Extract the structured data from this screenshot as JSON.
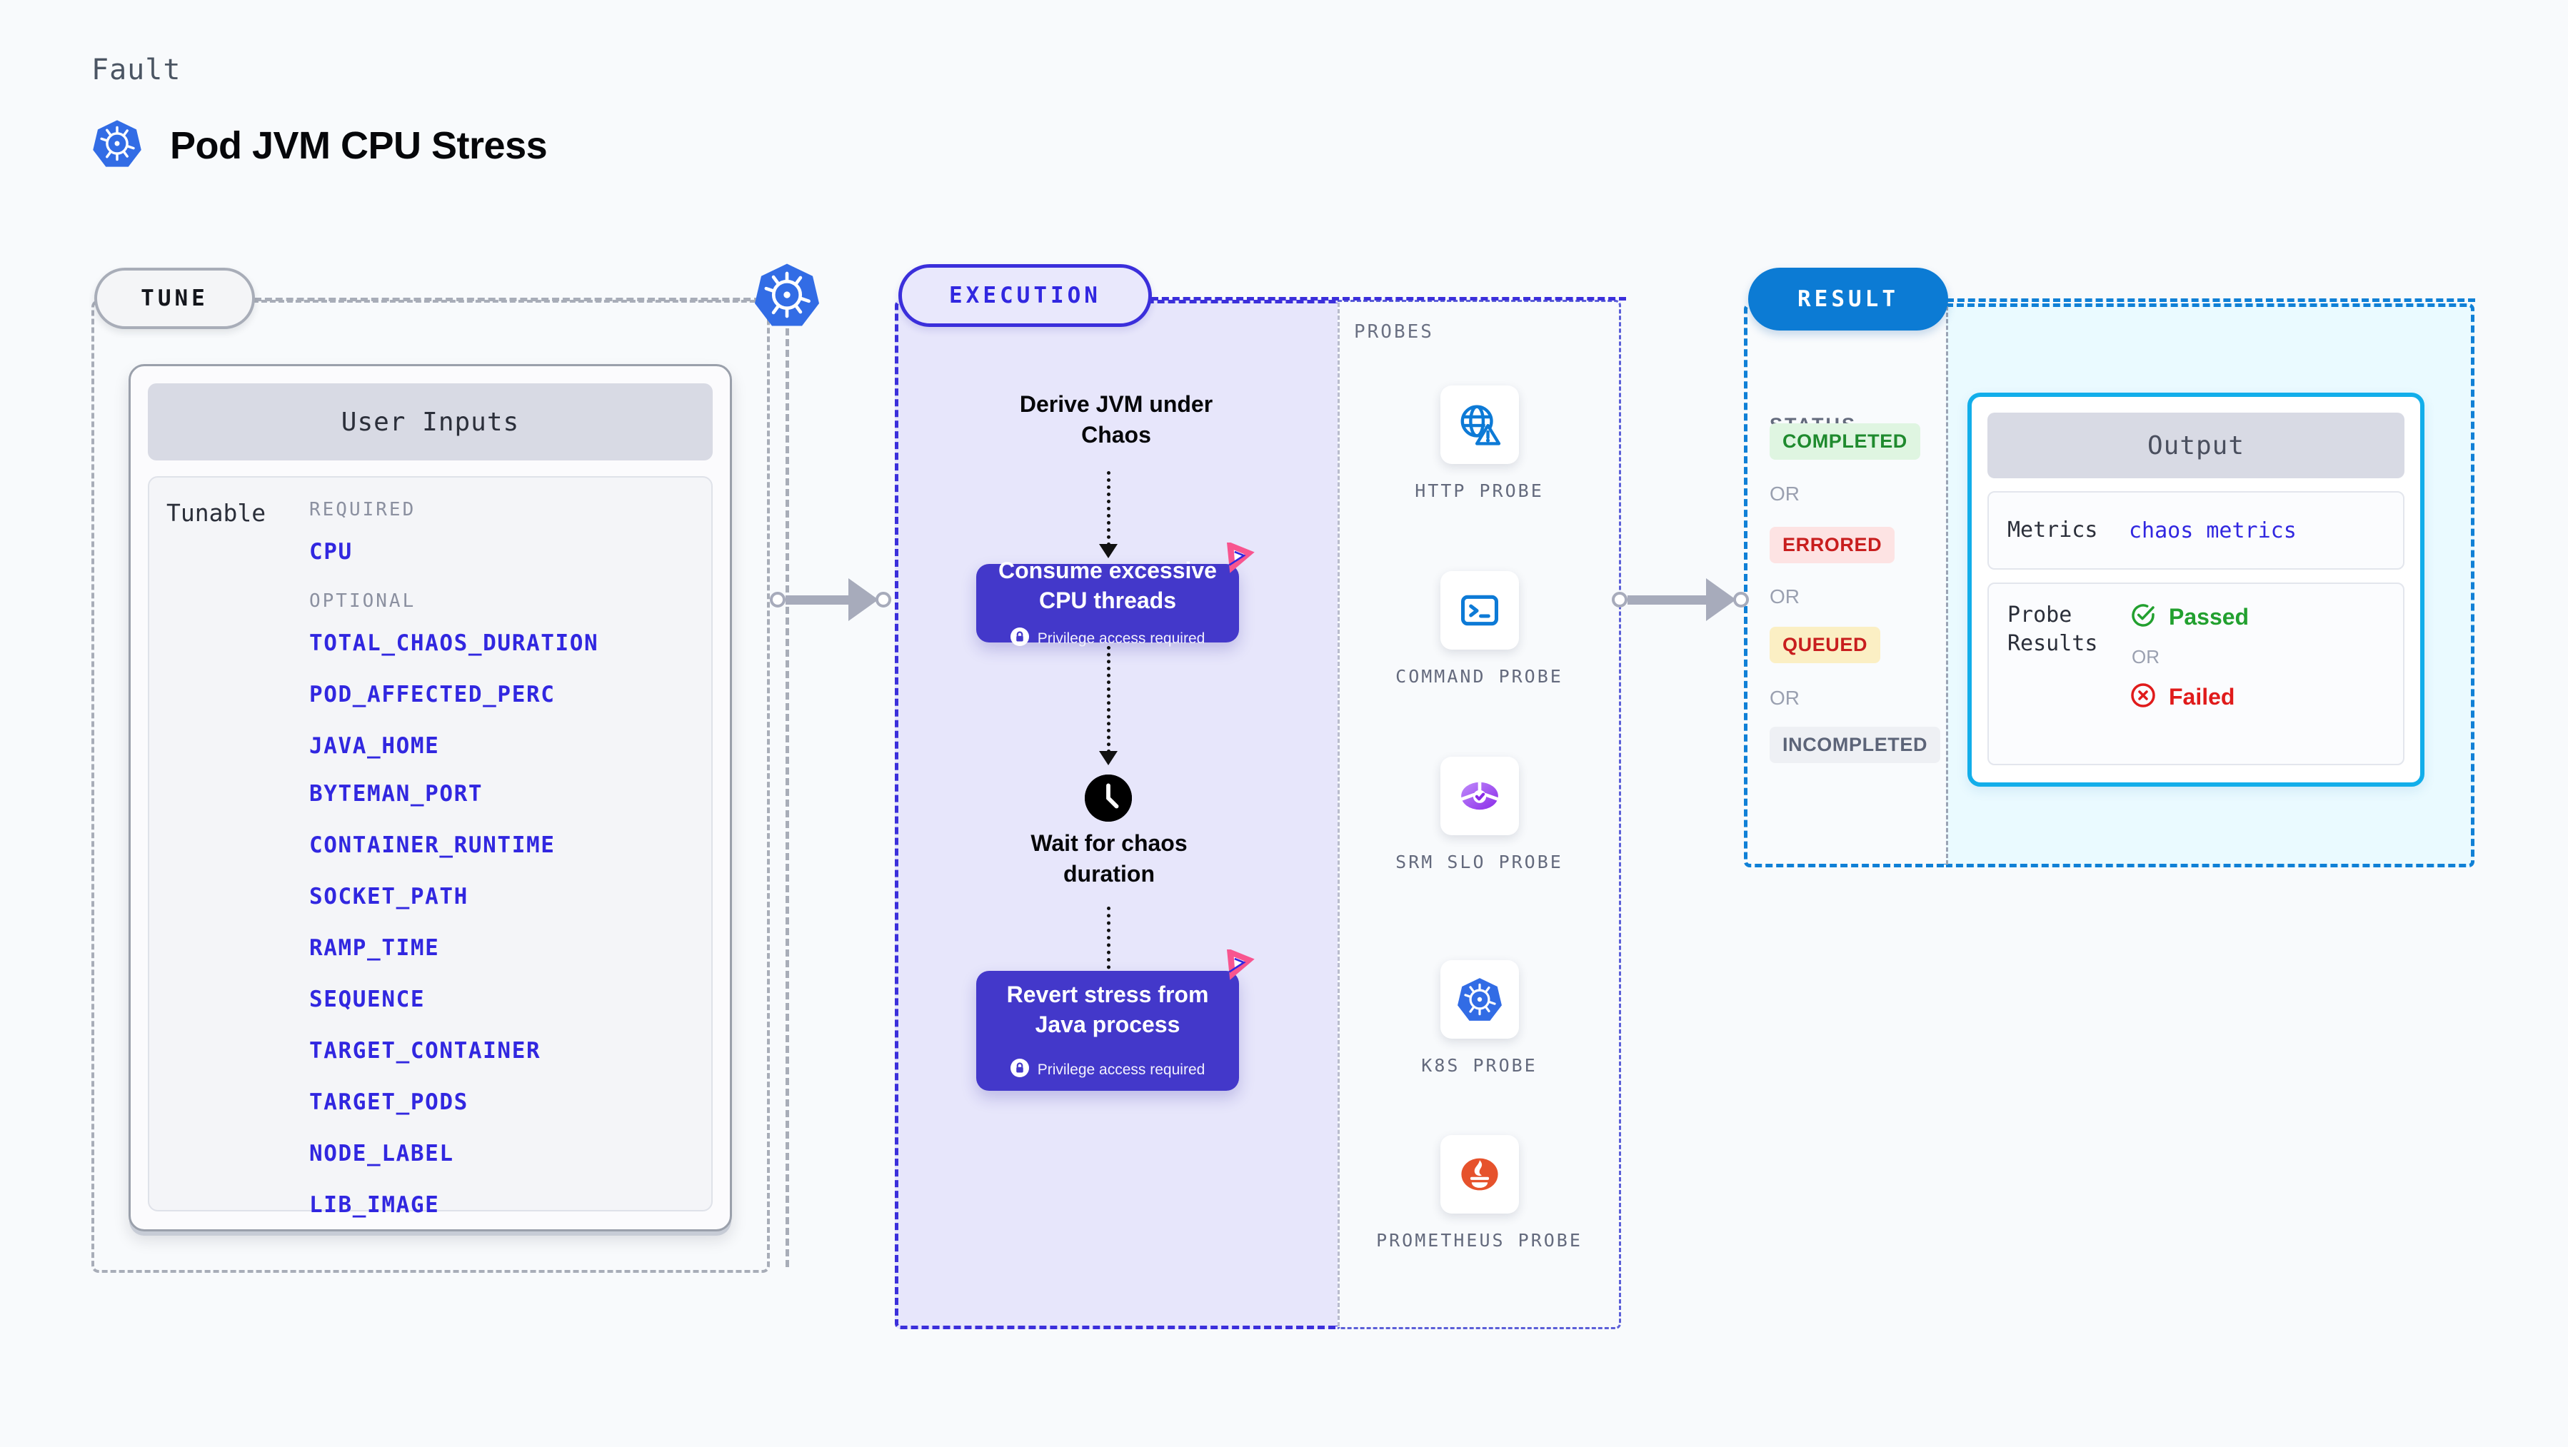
{
  "header": {
    "kicker": "Fault",
    "title": "Pod JVM CPU Stress",
    "icon": "kubernetes-icon"
  },
  "tune": {
    "pill_label": "TUNE",
    "card_title": "User Inputs",
    "tunable_label": "Tunable",
    "required_label": "REQUIRED",
    "optional_label": "OPTIONAL",
    "required": [
      "CPU"
    ],
    "optional": [
      "TOTAL_CHAOS_DURATION",
      "POD_AFFECTED_PERC",
      "JAVA_HOME",
      "BYTEMAN_PORT",
      "CONTAINER_RUNTIME",
      "SOCKET_PATH",
      "RAMP_TIME",
      "SEQUENCE",
      "TARGET_CONTAINER",
      "TARGET_PODS",
      "NODE_LABEL",
      "LIB_IMAGE"
    ]
  },
  "execution": {
    "pill_label": "EXECUTION",
    "step1_text": "Derive JVM under\nChaos",
    "node1": {
      "title": "Consume excessive\nCPU threads",
      "privilege_note": "Privilege access required",
      "badge": "litmus-icon"
    },
    "wait_text": "Wait for chaos\nduration",
    "wait_icon": "clock-icon",
    "node2": {
      "title": "Revert stress from\nJava process",
      "privilege_note": "Privilege access required",
      "badge": "litmus-icon"
    }
  },
  "probes": {
    "section_label": "PROBES",
    "items": [
      {
        "label": "HTTP PROBE",
        "icon": "globe-warning-icon"
      },
      {
        "label": "COMMAND PROBE",
        "icon": "terminal-icon"
      },
      {
        "label": "SRM SLO PROBE",
        "icon": "srm-slo-icon"
      },
      {
        "label": "K8S PROBE",
        "icon": "kubernetes-icon"
      },
      {
        "label": "PROMETHEUS PROBE",
        "icon": "prometheus-icon"
      }
    ]
  },
  "result": {
    "pill_label": "RESULT",
    "status_label": "STATUS",
    "or_label": "OR",
    "statuses": [
      {
        "label": "COMPLETED",
        "fg": "#1f8a2e",
        "bg": "#dff5e1"
      },
      {
        "label": "ERRORED",
        "fg": "#c81e1e",
        "bg": "#fde3e3"
      },
      {
        "label": "QUEUED",
        "fg": "#c81e1e",
        "bg": "#fbefc4"
      },
      {
        "label": "INCOMPLETED",
        "fg": "#5c6478",
        "bg": "#eef0f4"
      }
    ],
    "output": {
      "title": "Output",
      "metrics_key": "Metrics",
      "metrics_value": "chaos metrics",
      "probe_key": "Probe\nResults",
      "passed_label": "Passed",
      "failed_label": "Failed",
      "or_label": "OR",
      "passed_icon": "check-circle-icon",
      "failed_icon": "x-circle-icon"
    }
  },
  "colors": {
    "tune_border": "#a8adb8",
    "execution_accent": "#3127e0",
    "result_accent": "#0c7bd4",
    "node_fill": "#4338ca",
    "param_text": "#3127e0",
    "output_border": "#12aeea",
    "litmus_pink": "#f8558f"
  }
}
